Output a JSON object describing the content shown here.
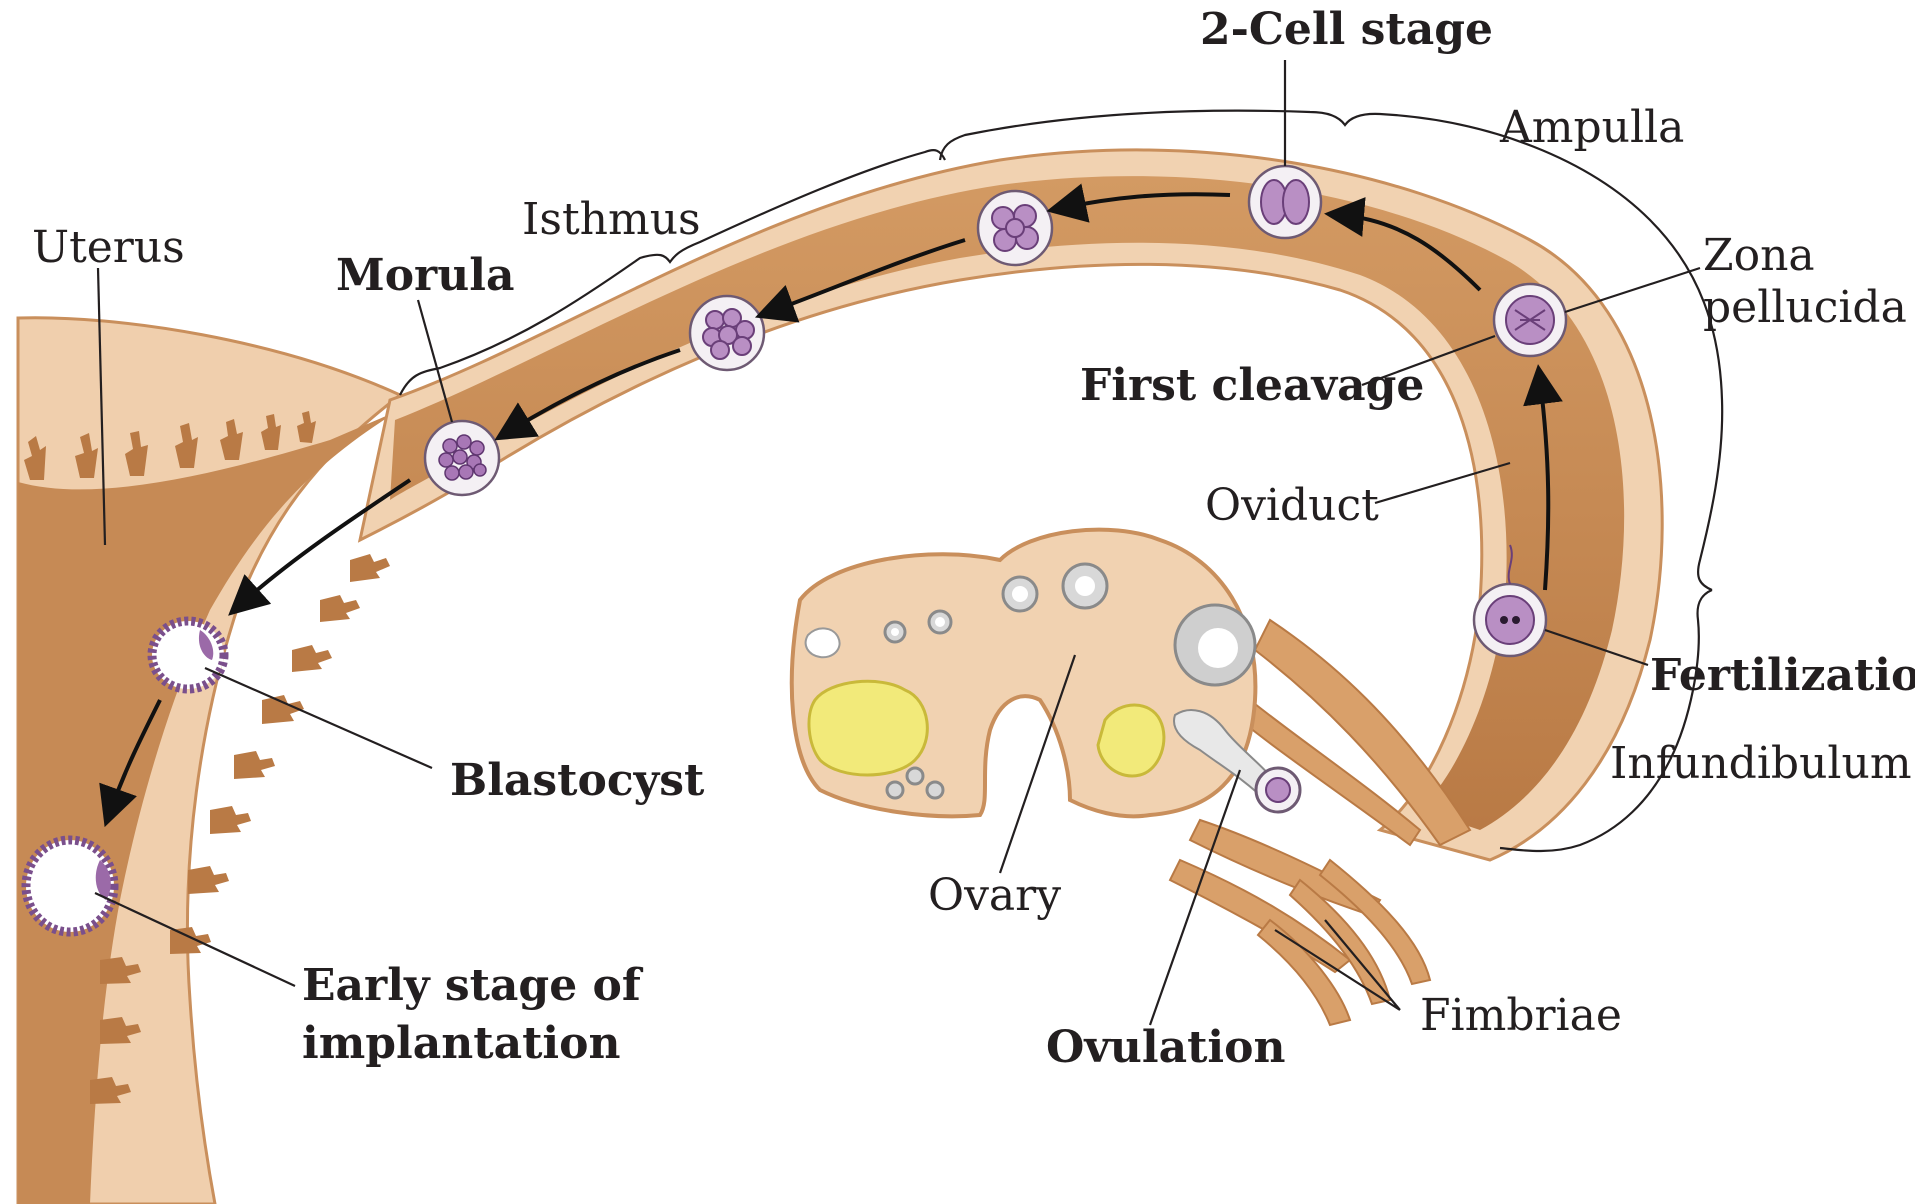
{
  "diagram": {
    "labels": {
      "two_cell_stage": "2-Cell stage",
      "ampulla": "Ampulla",
      "isthmus": "Isthmus",
      "uterus": "Uterus",
      "morula": "Morula",
      "zona_line1": "Zona",
      "zona_line2": "pellucida",
      "first_cleavage": "First cleavage",
      "oviduct": "Oviduct",
      "fertilization": "Fertilization",
      "infundibulum": "Infundibulum",
      "blastocyst": "Blastocyst",
      "ovary": "Ovary",
      "early_line1": "Early stage of",
      "early_line2": "implantation",
      "fimbriae": "Fimbriae",
      "ovulation": "Ovulation"
    },
    "colors": {
      "tissue_dark": "#c68a55",
      "tissue_light": "#f1d2b1",
      "tissue_mid": "#d9a06a",
      "cell_purple": "#b98fc4",
      "corpus_yellow": "#f2ea7a",
      "ink": "#231f20"
    }
  }
}
